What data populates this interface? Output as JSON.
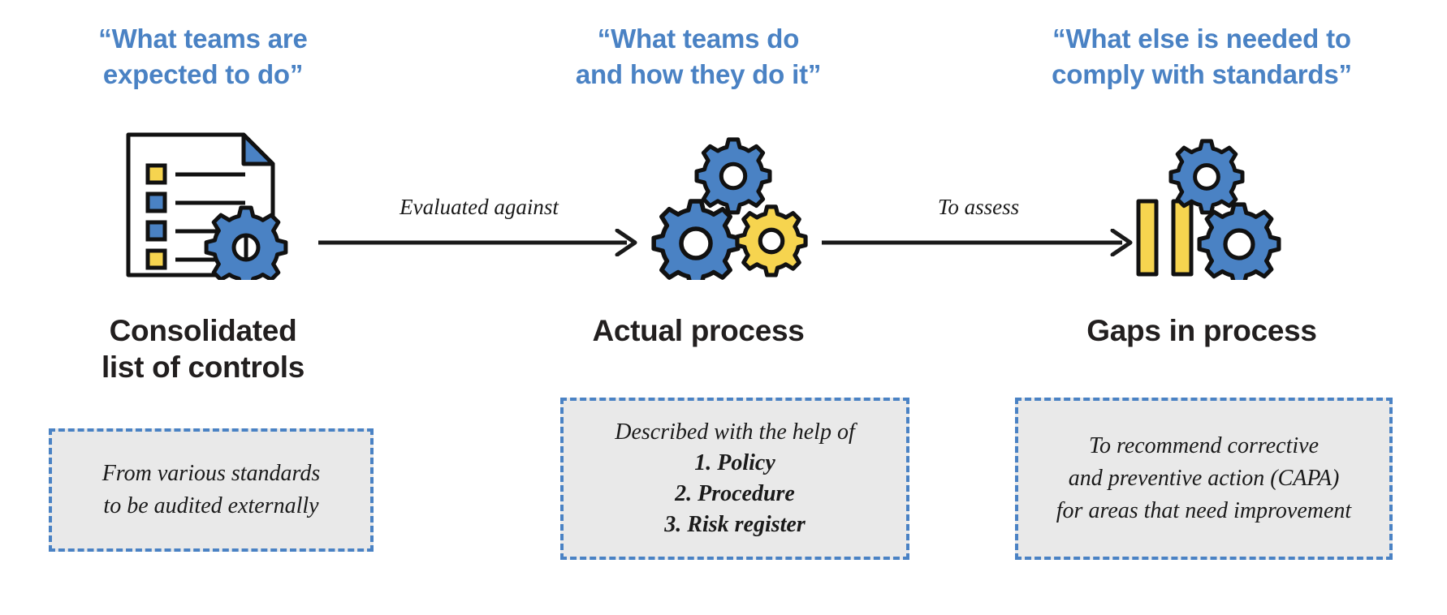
{
  "diagram": {
    "title": "Controls to actual process to gaps assessment flow",
    "palette": {
      "accent_blue": "#4a82c4",
      "accent_yellow": "#f5d košt"
    }
  },
  "colors": {
    "blue": "#4a82c4",
    "yellow": "#f7d košt",
    "yellow_fill": "#f6d44f",
    "outline": "#111111",
    "note_fill": "#e9e9e9",
    "title_black": "#221f1f"
  },
  "columns": [
    {
      "id": "controls",
      "quote": "“What teams are\nexpected to do”",
      "title": "Consolidated\nlist of controls",
      "icon": "document-checklist-gear-icon",
      "note_lines": [
        {
          "text": "From various standards",
          "bold": false
        },
        {
          "text": "to be audited externally",
          "bold": false
        }
      ]
    },
    {
      "id": "actual-process",
      "quote": "“What teams do\nand how they do it”",
      "title": "Actual process",
      "icon": "three-gears-icon",
      "note_lines": [
        {
          "text": "Described with the help of",
          "bold": false
        },
        {
          "text": "1. Policy",
          "bold": true
        },
        {
          "text": "2. Procedure",
          "bold": true
        },
        {
          "text": "3. Risk register",
          "bold": true
        }
      ]
    },
    {
      "id": "gaps",
      "quote": "“What else is needed to\ncomply with standards”",
      "title": "Gaps in process",
      "icon": "gap-bars-gears-icon",
      "note_lines": [
        {
          "text": "To recommend corrective",
          "bold": false
        },
        {
          "text": "and preventive action (CAPA)",
          "bold": false
        },
        {
          "text": "for areas that need improvement",
          "bold": false
        }
      ]
    }
  ],
  "arrows": [
    {
      "id": "arrow-evaluated",
      "label": "Evaluated against"
    },
    {
      "id": "arrow-assess",
      "label": "To assess"
    }
  ]
}
